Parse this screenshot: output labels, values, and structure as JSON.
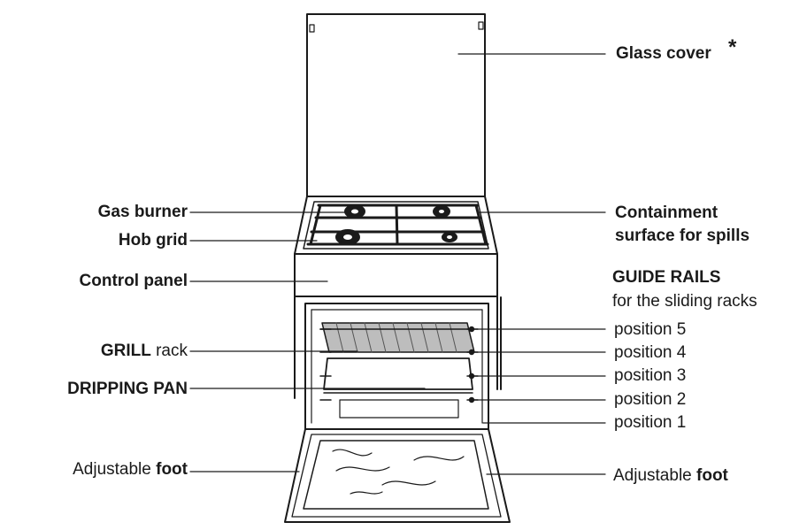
{
  "labels": {
    "glass_cover": "Glass cover",
    "glass_cover_mark": "*",
    "gas_burner": "Gas burner",
    "hob_grid": "Hob grid",
    "control_panel": "Control panel",
    "grill_rack_bold": "GRILL",
    "grill_rack_rest": "rack",
    "dripping_pan": "DRIPPING PAN",
    "adjustable_foot_left_pre": "Adjustable",
    "adjustable_foot_left_bold": "foot",
    "containment_line1": "Containment",
    "containment_line2": "surface for spills",
    "guide_rails_title": "GUIDE RAILS",
    "guide_rails_sub": "for the sliding racks",
    "positions": [
      "position 5",
      "position 4",
      "position 3",
      "position 2",
      "position 1"
    ],
    "adjustable_foot_right_pre": "Adjustable",
    "adjustable_foot_right_bold": "foot"
  },
  "colors": {
    "line": "#1a1a1a",
    "shade": "#bdbdbd",
    "background": "#ffffff"
  }
}
